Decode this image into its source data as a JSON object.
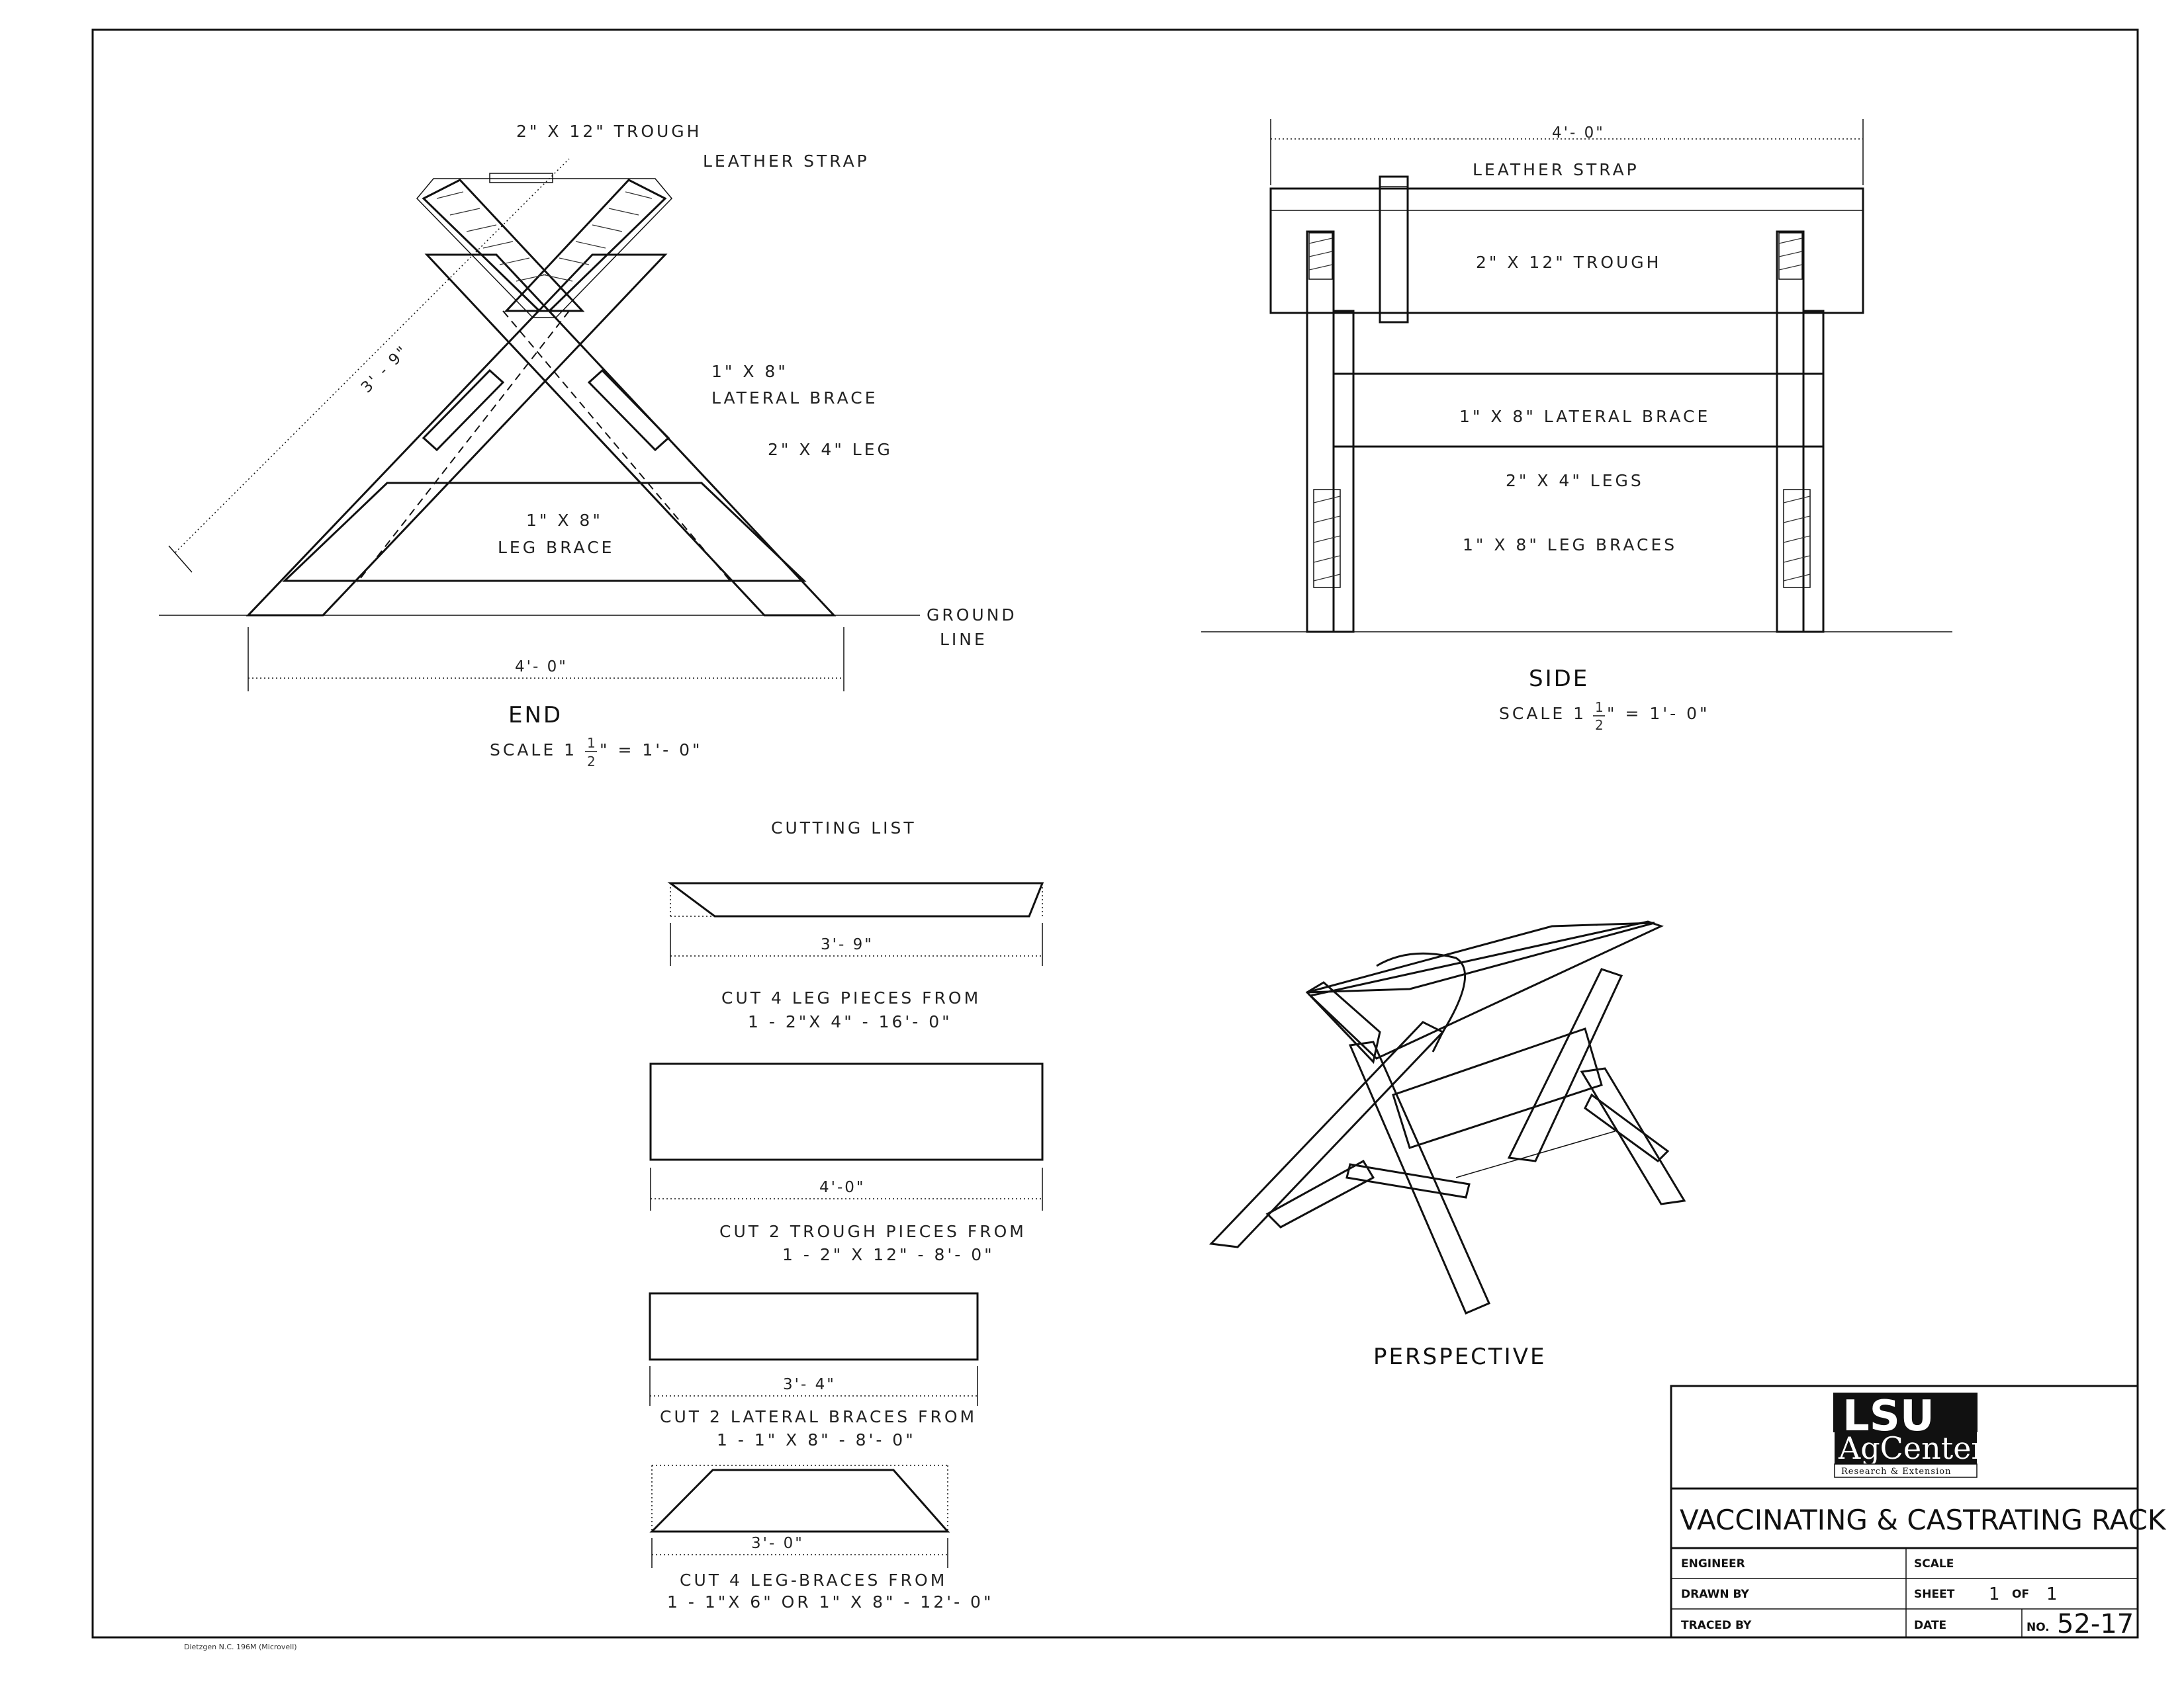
{
  "end_view": {
    "trough": "2\" X 12\"  TROUGH",
    "strap": "LEATHER STRAP",
    "leg_length": "3' - 9\"",
    "lateral_brace_size": "1\" X 8\"",
    "lateral_brace": "LATERAL  BRACE",
    "leg": "2\" X 4\"  LEG",
    "leg_brace_size": "1\" X 8\"",
    "leg_brace": "LEG  BRACE",
    "ground": "GROUND",
    "line": "LINE",
    "width": "4'- 0\"",
    "title": "END",
    "scale_prefix": "SCALE  1",
    "scale_num": "1",
    "scale_den": "2",
    "scale_suffix": "\"  =  1'- 0\""
  },
  "side_view": {
    "width": "4'- 0\"",
    "strap": "LEATHER STRAP",
    "trough": "2\" X 12\"    TROUGH",
    "lateral_brace": "1\" X 8\"  LATERAL  BRACE",
    "legs": "2\" X 4\"   LEGS",
    "leg_braces": "1\" X 8\"    LEG   BRACES",
    "title": "SIDE",
    "scale_prefix": "SCALE  1",
    "scale_num": "1",
    "scale_den": "2",
    "scale_suffix": "\" = 1'- 0\""
  },
  "cutting_list": {
    "title": "CUTTING  LIST",
    "items": [
      {
        "dim": "3'- 9\"",
        "line1": "CUT  4  LEG  PIECES  FROM",
        "line2": "1 - 2\"X 4\" - 16'- 0\""
      },
      {
        "dim": "4'-0\"",
        "line1": "CUT  2  TROUGH  PIECES  FROM",
        "line2": "1 - 2\" X 12\" - 8'- 0\""
      },
      {
        "dim": "3'- 4\"",
        "line1": "CUT  2  LATERAL  BRACES FROM",
        "line2": "1 - 1\" X 8\" - 8'- 0\""
      },
      {
        "dim": "3'- 0\"",
        "line1": "CUT   4  LEG-BRACES  FROM",
        "line2": "1 - 1\"X 6\"  OR  1\" X 8\" - 12'- 0\""
      }
    ]
  },
  "perspective": {
    "title": "PERSPECTIVE"
  },
  "title_block": {
    "logo_top": "LSU",
    "logo_mid": "AgCenter",
    "logo_sub": "Research & Extension",
    "title": "VACCINATING & CASTRATING RACK",
    "engineer": "ENGINEER",
    "scale": "SCALE",
    "drawn_by": "DRAWN BY",
    "sheet": "SHEET",
    "sheet_no": "1",
    "of": "OF",
    "sheet_total": "1",
    "traced_by": "TRACED BY",
    "date": "DATE",
    "no_prefix": "NO.",
    "no": "52-17"
  },
  "paper_mark": "Dietzgen N.C. 196M (Microvell)"
}
